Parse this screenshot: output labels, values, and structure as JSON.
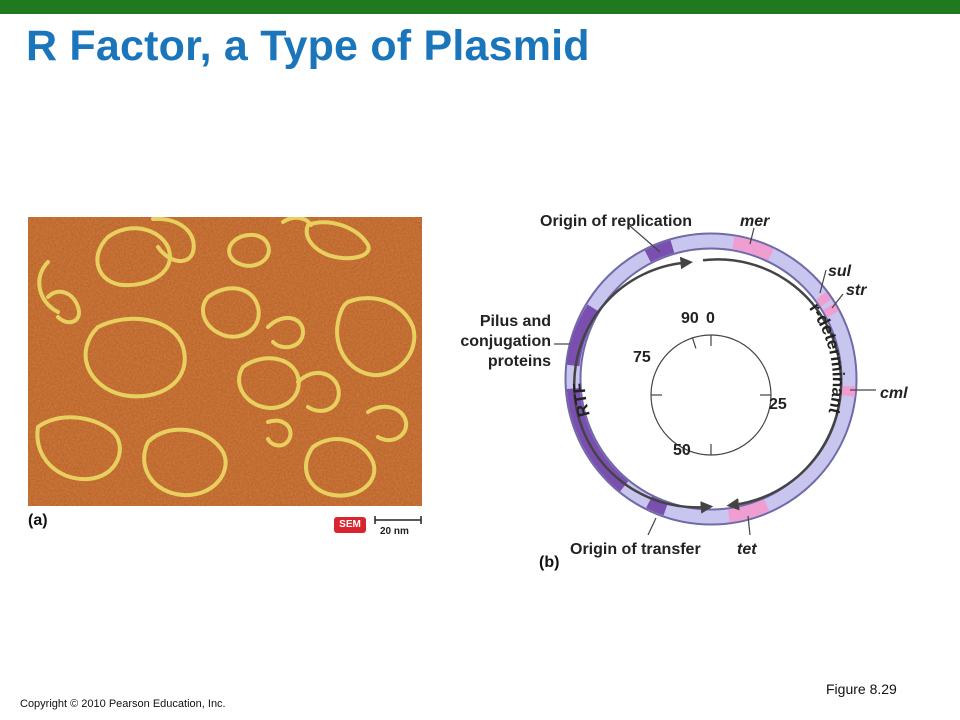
{
  "slide": {
    "title": "R Factor, a Type of Plasmid",
    "figure_ref": "Figure 8.29",
    "copyright": "Copyright © 2010 Pearson Education, Inc."
  },
  "panel_a": {
    "label": "(a)",
    "badge": "SEM",
    "scale": "20 nm"
  },
  "panel_b": {
    "label": "(b)",
    "labels": {
      "origin_replication": "Origin of replication",
      "mer": "mer",
      "sul": "sul",
      "str": "str",
      "cml": "cml",
      "tet": "tet",
      "origin_transfer": "Origin of transfer",
      "pilus_1": "Pilus and",
      "pilus_2": "conjugation",
      "pilus_3": "proteins",
      "rtf": "RTF",
      "r_determinant": "r-determinant"
    },
    "ticks": {
      "t0": "0",
      "t25": "25",
      "t50": "50",
      "t75": "75",
      "t90": "90"
    }
  },
  "colors": {
    "title": "#1b75bb",
    "top_bar": "#1f7a1f",
    "ring": "#c8c6ee",
    "dark_purple": "#7a4fb0",
    "pink": "#ef9ed2",
    "badge": "#d9232e"
  }
}
